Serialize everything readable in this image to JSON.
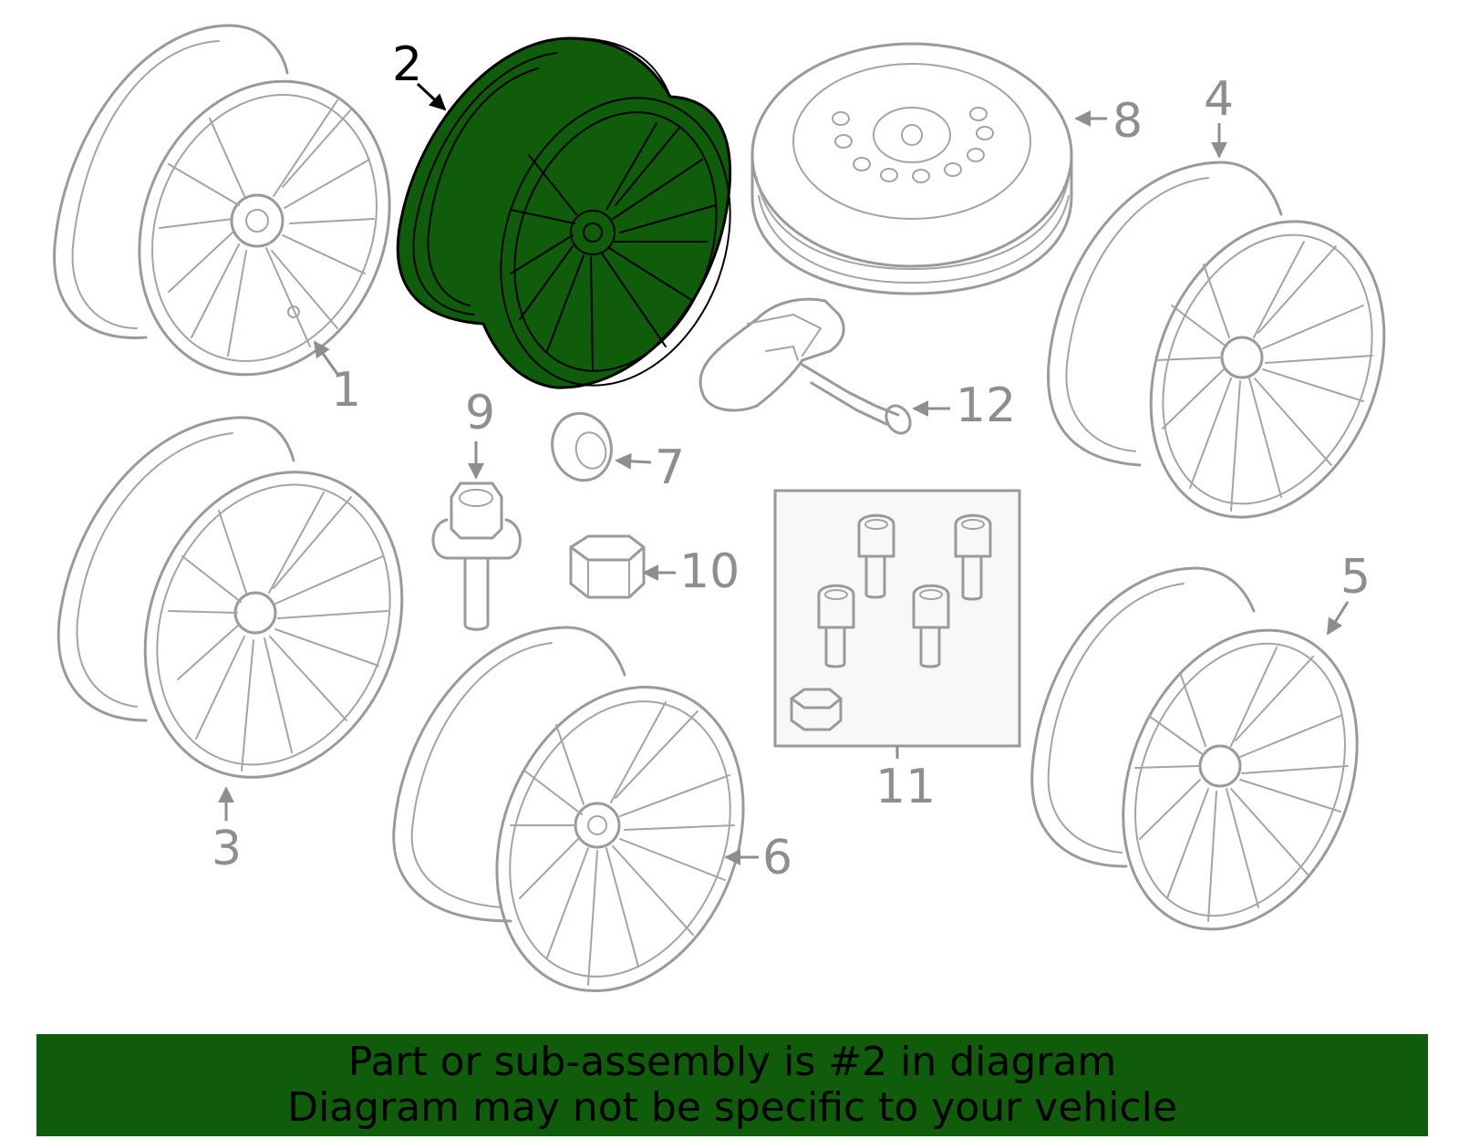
{
  "diagram": {
    "highlight_color": "#0f5c0b",
    "highlighted_part": "2",
    "callouts": {
      "c1": "1",
      "c2": "2",
      "c3": "3",
      "c4": "4",
      "c5": "5",
      "c6": "6",
      "c7": "7",
      "c8": "8",
      "c9": "9",
      "c10": "10",
      "c11": "11",
      "c12": "12"
    }
  },
  "banner": {
    "line1": "Part or sub-assembly is #2 in diagram",
    "line2": "Diagram may not be specific to your vehicle",
    "background": "#0f5c0b"
  }
}
